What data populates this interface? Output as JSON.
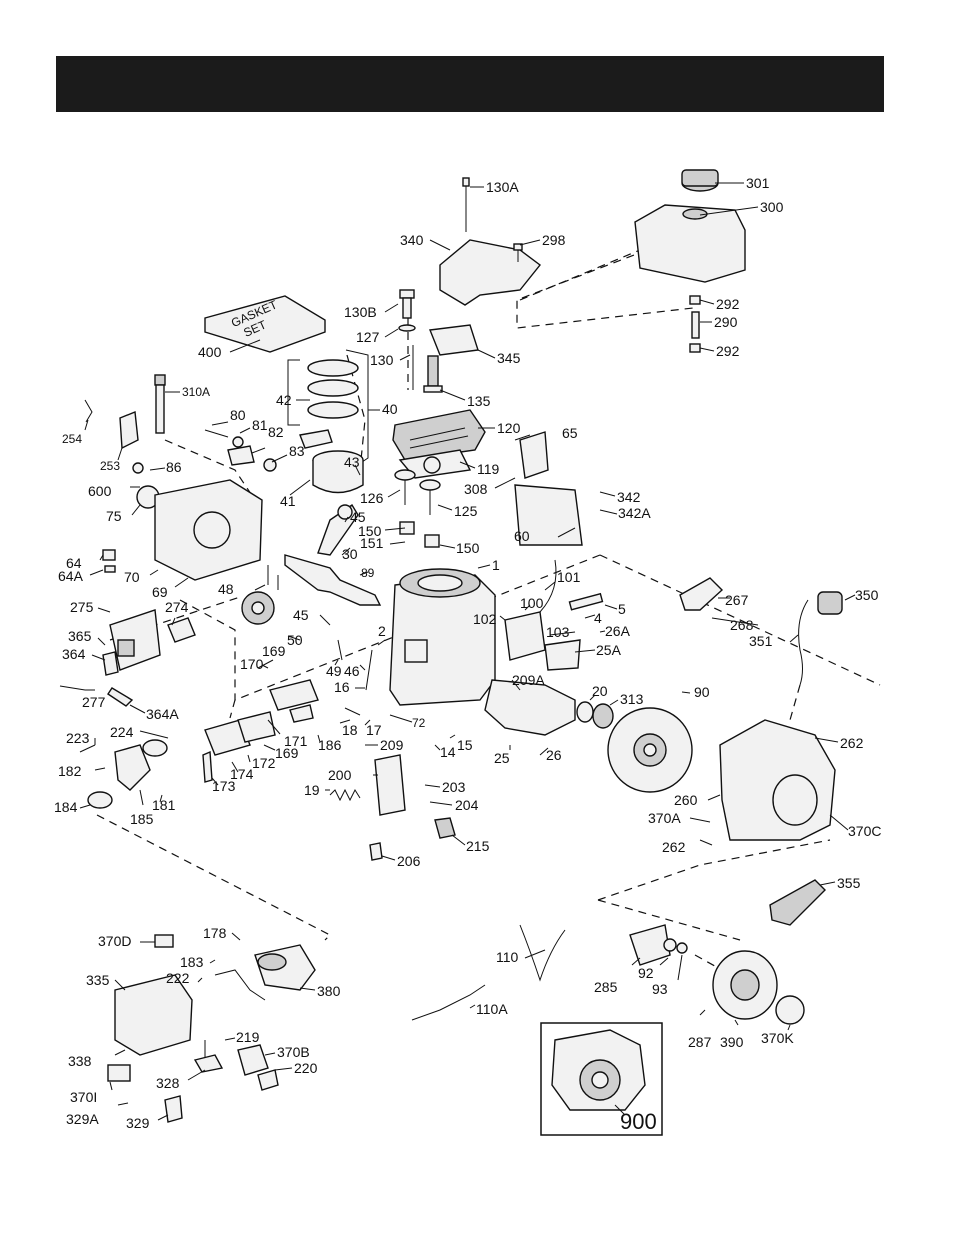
{
  "header": {
    "title": ""
  },
  "labels": {
    "l130A": "130A",
    "l301": "301",
    "l300": "300",
    "l340": "340",
    "l298": "298",
    "l292a": "292",
    "l290": "290",
    "l292b": "292",
    "l130B": "130B",
    "l127": "127",
    "l130": "130",
    "l345": "345",
    "l400": "400",
    "l42": "42",
    "l40": "40",
    "l135": "135",
    "l310A": "310A",
    "l80": "80",
    "l81": "81",
    "l82": "82",
    "l83": "83",
    "l120": "120",
    "l65": "65",
    "l254": "254",
    "l253": "253",
    "l86": "86",
    "l119": "119",
    "l308": "308",
    "l342": "342",
    "l600": "600",
    "l43": "43",
    "l41": "41",
    "l126": "126",
    "l125": "125",
    "l342A": "342A",
    "l75": "75",
    "l45a": "45",
    "l150a": "150",
    "l60": "60",
    "l151": "151",
    "l150b": "150",
    "l30": "30",
    "l1": "1",
    "l64": "64",
    "l64A": "64A",
    "l70": "70",
    "l69": "69",
    "l48": "48",
    "l89": "89",
    "l101": "101",
    "l100": "100",
    "l5": "5",
    "l267": "267",
    "l350": "350",
    "l275": "275",
    "l274": "274",
    "l45b": "45",
    "l102": "102",
    "l4": "4",
    "l268": "268",
    "l103": "103",
    "l26A": "26A",
    "l50": "50",
    "l365": "365",
    "l2": "2",
    "l25A": "25A",
    "l351": "351",
    "l169a": "169",
    "l364": "364",
    "l170": "170",
    "l49": "49",
    "l46": "46",
    "l16": "16",
    "l209A": "209A",
    "l20": "20",
    "l313": "313",
    "l90": "90",
    "l277": "277",
    "l364A": "364A",
    "l18": "18",
    "l17": "17",
    "l72": "72",
    "l171": "171",
    "l186": "186",
    "l224": "224",
    "l15": "15",
    "l14": "14",
    "l223": "223",
    "l209": "209",
    "l26": "26",
    "l25": "25",
    "l262a": "262",
    "l182": "182",
    "l169b": "169",
    "l172": "172",
    "l174": "174",
    "l200": "200",
    "l203": "203",
    "l260": "260",
    "l173": "173",
    "l185": "185",
    "l181": "181",
    "l19": "19",
    "l204": "204",
    "l184": "184",
    "l370A": "370A",
    "l370C": "370C",
    "l215": "215",
    "l262b": "262",
    "l206": "206",
    "l355": "355",
    "l178": "178",
    "l370D": "370D",
    "l110": "110",
    "l183": "183",
    "l335": "335",
    "l222": "222",
    "l380": "380",
    "l285": "285",
    "l92": "92",
    "l93": "93",
    "l110A": "110A",
    "l219": "219",
    "l370B": "370B",
    "l338": "338",
    "l220": "220",
    "l287": "287",
    "l390": "390",
    "l370K": "370K",
    "l328": "328",
    "l370I": "370I",
    "l329A": "329A",
    "l329": "329",
    "l900": "900"
  },
  "gasket_set": {
    "line1": "GASKET",
    "line2": "SET"
  }
}
